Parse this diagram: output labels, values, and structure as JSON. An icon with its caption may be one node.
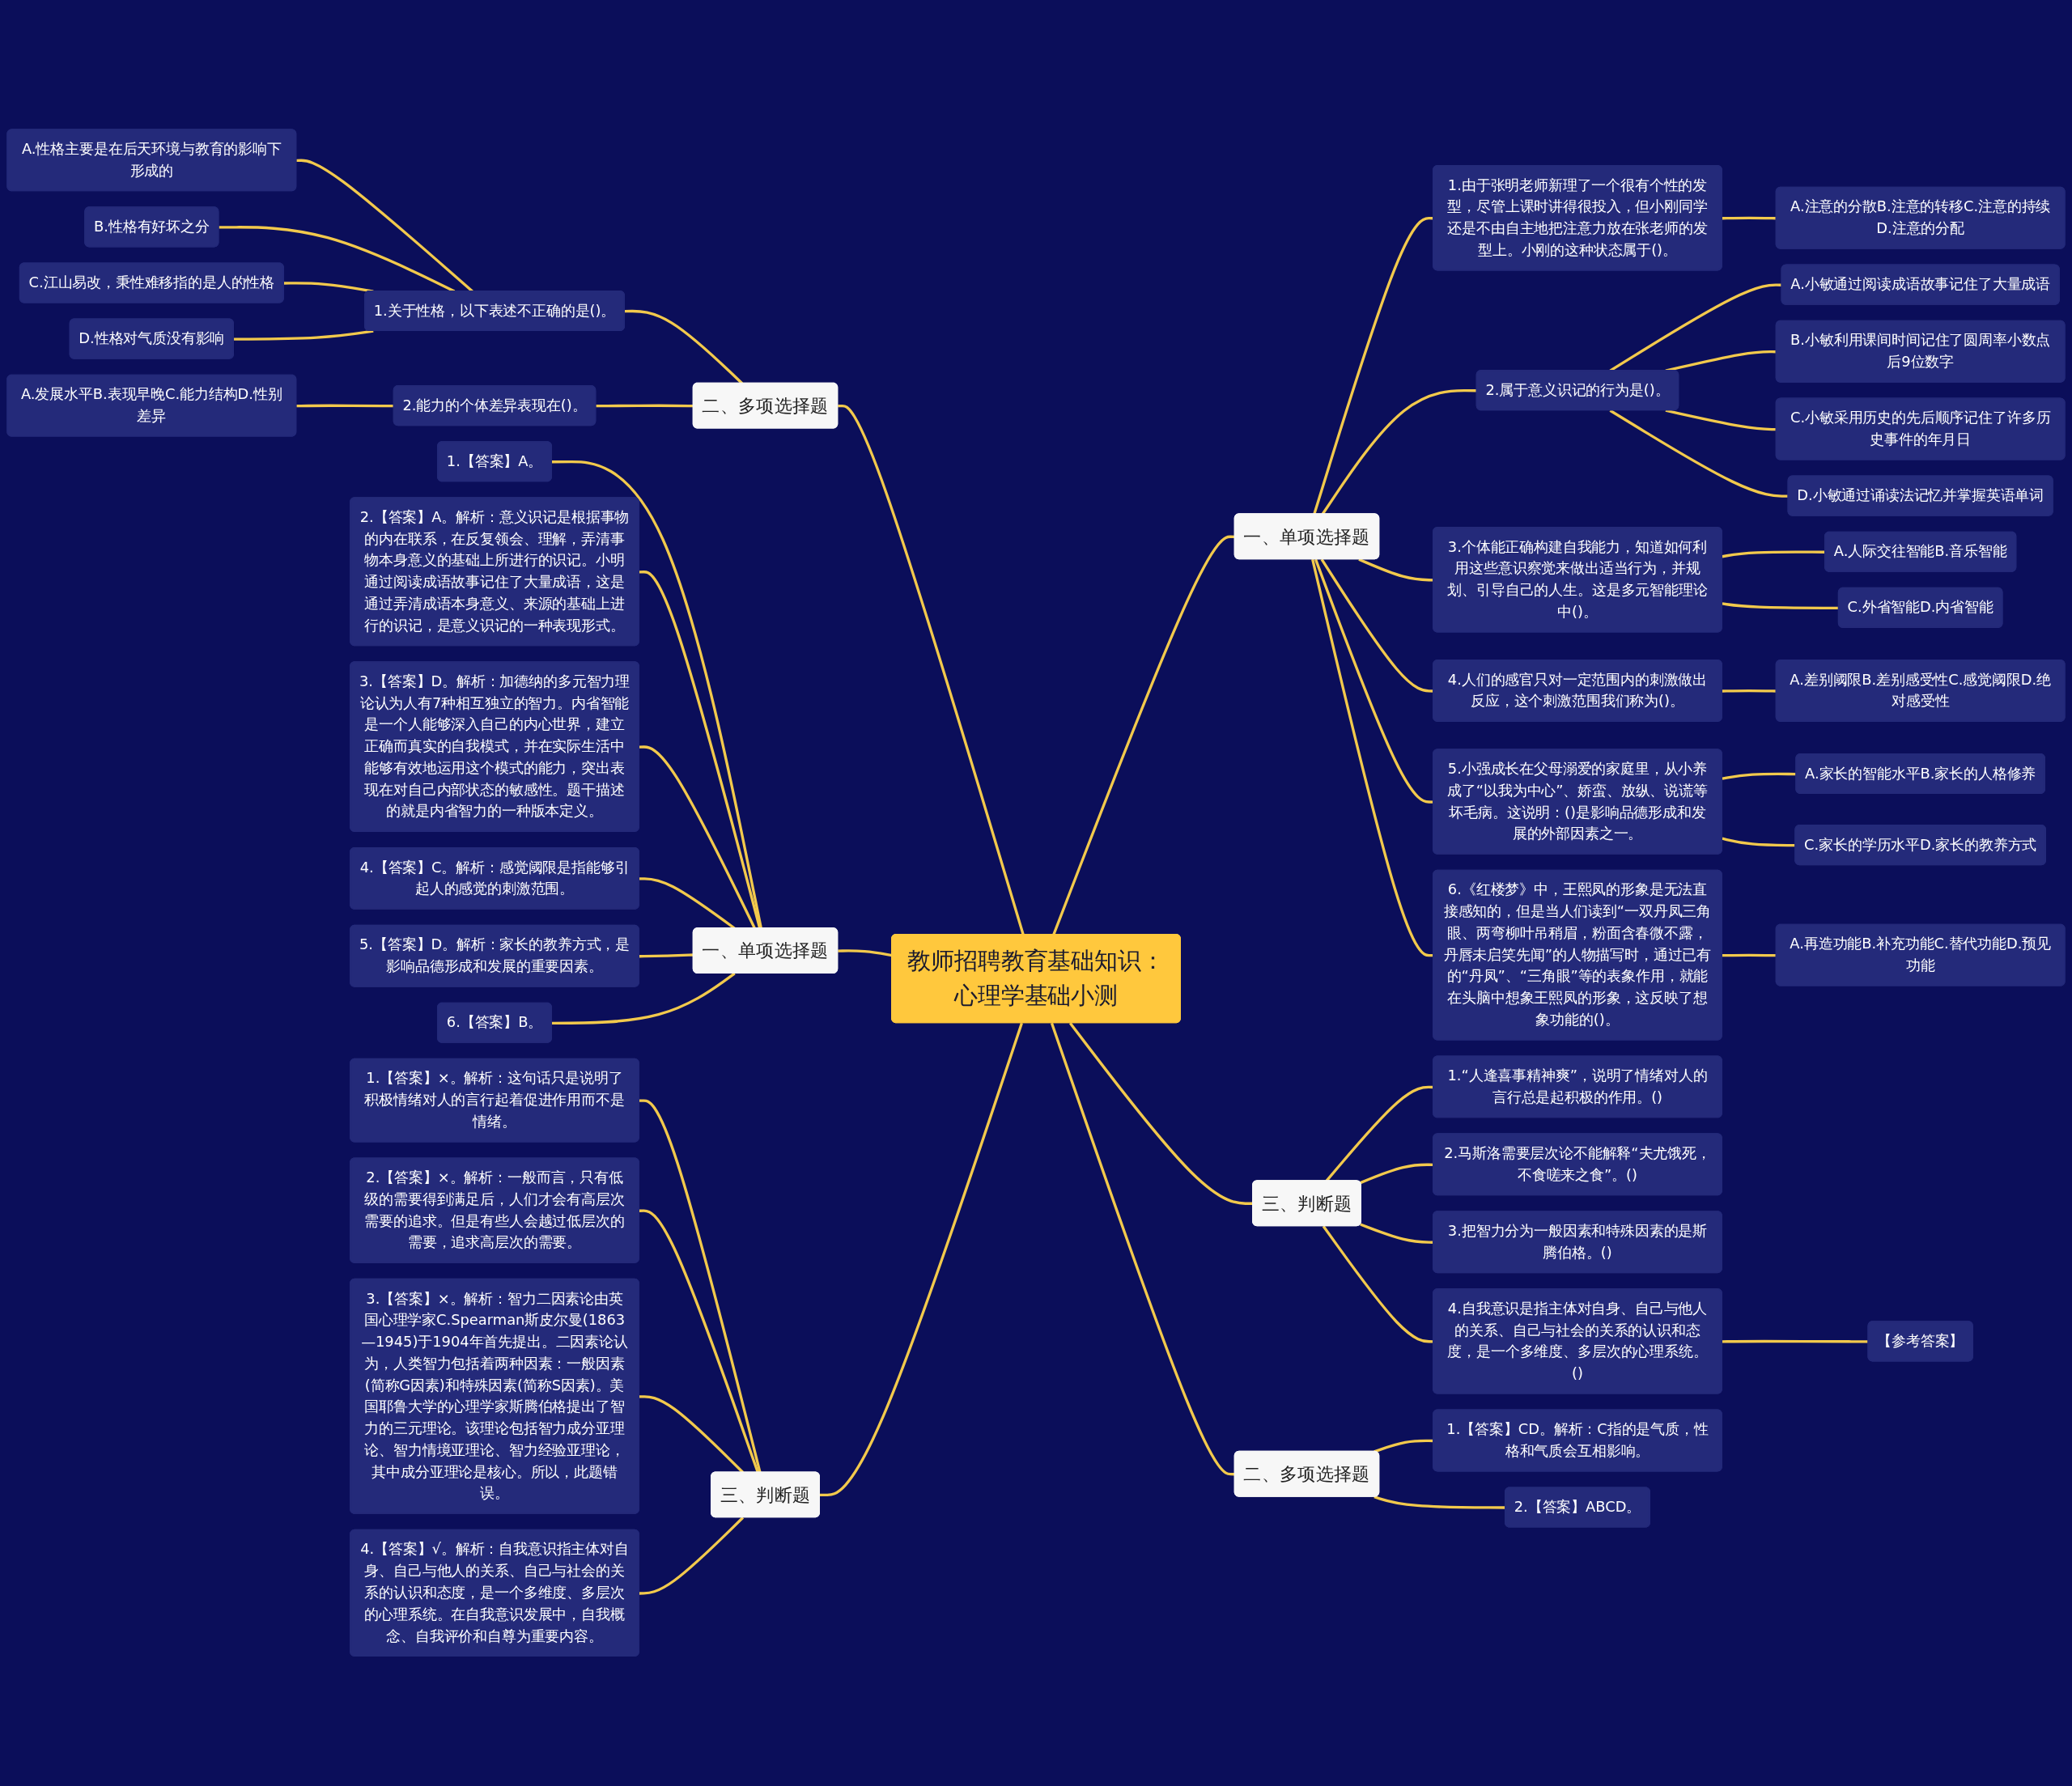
{
  "diagram": {
    "nodes": [
      {
        "text": [
          "教师招聘教育基础知识：心理学基础小测"
        ]
      },
      {
        "text": [
          "一、单项选择题"
        ]
      },
      {
        "text": [
          "1.由于张明老师新理了一个很有个性的发型，尽管上课时讲得很投入，但小刚同学还是不由自主地把注意力放在张老师的发型上。小刚的这种状态属于()。"
        ]
      },
      {
        "text": [
          "A.注意的分散B.注意的转移C.注意的持续D.注意的分配"
        ]
      },
      {
        "text": [
          "2.属于意义识记的行为是()。"
        ]
      },
      {
        "text": [
          "A.小敏通过阅读成语故事记住了大量成语"
        ]
      },
      {
        "text": [
          "B.小敏利用课间时间记住了圆周率小数点后9位数字"
        ]
      },
      {
        "text": [
          "C.小敏采用历史的先后顺序记住了许多历史事件的年月日"
        ]
      },
      {
        "text": [
          "D.小敏通过诵读法记忆并掌握英语单词"
        ]
      },
      {
        "text": [
          "3.个体能正确构建自我能力，知道如何利用这些意识察觉来做出适当行为，并规划、引导自己的人生。这是多元智能理论中()。"
        ]
      },
      {
        "text": [
          "A.人际交往智能B.音乐智能"
        ]
      },
      {
        "text": [
          "C.外省智能D.内省智能"
        ]
      },
      {
        "text": [
          "4.人们的感官只对一定范围内的刺激做出反应，这个刺激范围我们称为()。"
        ]
      },
      {
        "text": [
          "A.差别阈限B.差别感受性C.感觉阈限D.绝对感受性"
        ]
      },
      {
        "text": [
          "5.小强成长在父母溺爱的家庭里，从小养成了“以我为中心”、娇蛮、放纵、说谎等坏毛病。这说明：()是影响品德形成和发展的外部因素之一。"
        ]
      },
      {
        "text": [
          "A.家长的智能水平B.家长的人格修养"
        ]
      },
      {
        "text": [
          "C.家长的学历水平D.家长的教养方式"
        ]
      },
      {
        "text": [
          "6.《红楼梦》中，王熙凤的形象是无法直接感知的，但是当人们读到“一双丹凤三角眼、两弯柳叶吊稍眉，粉面含春微不露，丹唇未启笑先闻”的人物描写时，通过已有的“丹凤”、“三角眼”等的表象作用，就能在头脑中想象王熙凤的形象，这反映了想象功能的()。"
        ]
      },
      {
        "text": [
          "A.再造功能B.补充功能C.替代功能D.预见功能"
        ]
      },
      {
        "text": [
          "三、判断题"
        ]
      },
      {
        "text": [
          "1.“人逢喜事精神爽”，说明了情绪对人的言行总是起积极的作用。()"
        ]
      },
      {
        "text": [
          "2.马斯洛需要层次论不能解释“夫尤饿死，不食嗟来之食”。()"
        ]
      },
      {
        "text": [
          "3.把智力分为一般因素和特殊因素的是斯腾伯格。()"
        ]
      },
      {
        "text": [
          "4.自我意识是指主体对自身、自己与他人的关系、自己与社会的关系的认识和态度，是一个多维度、多层次的心理系统。()"
        ]
      },
      {
        "text": [
          "【参考答案】"
        ]
      },
      {
        "text": [
          "二、多项选择题"
        ]
      },
      {
        "text": [
          "1.【答案】CD。解析：C指的是气质，性格和气质会互相影响。"
        ]
      },
      {
        "text": [
          "2.【答案】ABCD。"
        ]
      },
      {
        "text": [
          "二、多项选择题"
        ]
      },
      {
        "text": [
          "1.关于性格，以下表述不正确的是()。"
        ]
      },
      {
        "text": [
          "A.性格主要是在后天环境与教育的影响下形成的"
        ]
      },
      {
        "text": [
          "B.性格有好坏之分"
        ]
      },
      {
        "text": [
          "C.江山易改，秉性难移指的是人的性格"
        ]
      },
      {
        "text": [
          "D.性格对气质没有影响"
        ]
      },
      {
        "text": [
          "2.能力的个体差异表现在()。"
        ]
      },
      {
        "text": [
          "A.发展水平B.表现早晚C.能力结构D.性别差异"
        ]
      },
      {
        "text": [
          "一、单项选择题"
        ]
      },
      {
        "text": [
          "1.【答案】A。"
        ]
      },
      {
        "text": [
          "2.【答案】A。解析：意义识记是根据事物的内在联系，在反复领会、理解，弄清事物本身意义的基础上所进行的识记。小明通过阅读成语故事记住了大量成语，这是通过弄清成语本身意义、来源的基础上进行的识记，是意义识记的一种表现形式。"
        ]
      },
      {
        "text": [
          "3.【答案】D。解析：加德纳的多元智力理论认为人有7种相互独立的智力。内省智能是一个人能够深入自己的内心世界，建立正确而真实的自我模式，并在实际生活中能够有效地运用这个模式的能力，突出表现在对自己内部状态的敏感性。题干描述的就是内省智力的一种版本定义。"
        ]
      },
      {
        "text": [
          "4.【答案】C。解析：感觉阈限是指能够引起人的感觉的刺激范围。"
        ]
      },
      {
        "text": [
          "5.【答案】D。解析：家长的教养方式，是影响品德形成和发展的重要因素。"
        ]
      },
      {
        "text": [
          "6.【答案】B。"
        ]
      },
      {
        "text": [
          "三、判断题"
        ]
      },
      {
        "text": [
          "1.【答案】×。解析：这句话只是说明了积极情绪对人的言行起着促进作用而不是情绪。"
        ]
      },
      {
        "text": [
          "2.【答案】×。解析：一般而言，只有低级的需要得到满足后，人们才会有高层次需要的追求。但是有些人会越过低层次的需要，追求高层次的需要。"
        ]
      },
      {
        "text": [
          "3.【答案】×。解析：智力二因素论由英国心理学家C.Spearman斯皮尔曼(1863—1945)于1904年首先提出。二因素论认为，人类智力包括着两种因素：一般因素(简称G因素)和特殊因素(简称S因素)。美国耶鲁大学的心理学家斯腾伯格提出了智力的三元理论。该理论包括智力成分亚理论、智力情境亚理论、智力经验亚理论，其中成分亚理论是核心。所以，此题错误。"
        ]
      },
      {
        "text": [
          "4.【答案】√。解析：自我意识指主体对自身、自己与他人的关系、自己与社会的关系的认识和态度，是一个多维度、多层次的心理系统。在自我意识发展中，自我概念、自我评价和自尊为重要内容。"
        ]
      }
    ],
    "edges": [
      {
        "from": 0,
        "to": 1,
        "arrow": "none"
      },
      {
        "from": 1,
        "to": 2,
        "arrow": "none"
      },
      {
        "from": 2,
        "to": 3,
        "arrow": "none"
      },
      {
        "from": 1,
        "to": 4,
        "arrow": "none"
      },
      {
        "from": 4,
        "to": 5,
        "arrow": "none"
      },
      {
        "from": 4,
        "to": 6,
        "arrow": "none"
      },
      {
        "from": 4,
        "to": 7,
        "arrow": "none"
      },
      {
        "from": 4,
        "to": 8,
        "arrow": "none"
      },
      {
        "from": 1,
        "to": 9,
        "arrow": "none"
      },
      {
        "from": 9,
        "to": 10,
        "arrow": "none"
      },
      {
        "from": 9,
        "to": 11,
        "arrow": "none"
      },
      {
        "from": 1,
        "to": 12,
        "arrow": "none"
      },
      {
        "from": 12,
        "to": 13,
        "arrow": "none"
      },
      {
        "from": 1,
        "to": 14,
        "arrow": "none"
      },
      {
        "from": 14,
        "to": 15,
        "arrow": "none"
      },
      {
        "from": 14,
        "to": 16,
        "arrow": "none"
      },
      {
        "from": 1,
        "to": 17,
        "arrow": "none"
      },
      {
        "from": 17,
        "to": 18,
        "arrow": "none"
      },
      {
        "from": 0,
        "to": 19,
        "arrow": "none"
      },
      {
        "from": 19,
        "to": 20,
        "arrow": "none"
      },
      {
        "from": 19,
        "to": 21,
        "arrow": "none"
      },
      {
        "from": 19,
        "to": 22,
        "arrow": "none"
      },
      {
        "from": 19,
        "to": 23,
        "arrow": "none"
      },
      {
        "from": 23,
        "to": 24,
        "arrow": "none"
      },
      {
        "from": 0,
        "to": 25,
        "arrow": "none"
      },
      {
        "from": 25,
        "to": 26,
        "arrow": "none"
      },
      {
        "from": 25,
        "to": 27,
        "arrow": "none"
      },
      {
        "from": 0,
        "to": 28,
        "arrow": "none"
      },
      {
        "from": 28,
        "to": 29,
        "arrow": "none"
      },
      {
        "from": 29,
        "to": 30,
        "arrow": "none"
      },
      {
        "from": 29,
        "to": 31,
        "arrow": "none"
      },
      {
        "from": 29,
        "to": 32,
        "arrow": "none"
      },
      {
        "from": 29,
        "to": 33,
        "arrow": "none"
      },
      {
        "from": 28,
        "to": 34,
        "arrow": "none"
      },
      {
        "from": 34,
        "to": 35,
        "arrow": "none"
      },
      {
        "from": 0,
        "to": 36,
        "arrow": "none"
      },
      {
        "from": 36,
        "to": 37,
        "arrow": "none"
      },
      {
        "from": 36,
        "to": 38,
        "arrow": "none"
      },
      {
        "from": 36,
        "to": 39,
        "arrow": "none"
      },
      {
        "from": 36,
        "to": 40,
        "arrow": "none"
      },
      {
        "from": 36,
        "to": 41,
        "arrow": "none"
      },
      {
        "from": 36,
        "to": 42,
        "arrow": "none"
      },
      {
        "from": 0,
        "to": 43,
        "arrow": "none"
      },
      {
        "from": 43,
        "to": 44,
        "arrow": "none"
      },
      {
        "from": 43,
        "to": 45,
        "arrow": "none"
      },
      {
        "from": 43,
        "to": 46,
        "arrow": "none"
      },
      {
        "from": 43,
        "to": 47,
        "arrow": "none"
      }
    ]
  }
}
